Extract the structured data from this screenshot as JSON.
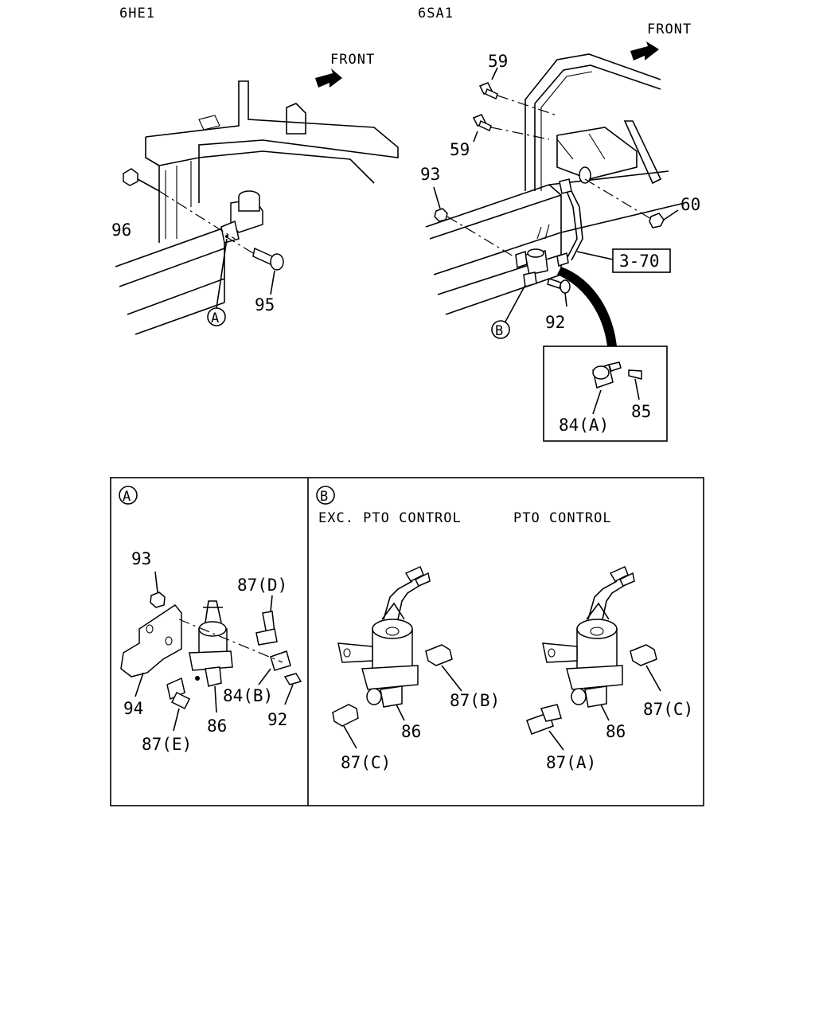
{
  "views": {
    "left_title": "6HE1",
    "right_title": "6SA1"
  },
  "front_label_left": "FRONT",
  "front_label_right": "FRONT",
  "callouts": {
    "c96": "96",
    "c95": "95",
    "cA": "A",
    "c59a": "59",
    "c59b": "59",
    "c93": "93",
    "c60": "60",
    "c92": "92",
    "cB": "B",
    "ref": "3-70",
    "c84a": "84(A)",
    "c85": "85"
  },
  "detail_a": {
    "circle": "A",
    "c93": "93",
    "c87d": "87(D)",
    "c94": "94",
    "c84b": "84(B)",
    "c92": "92",
    "c86": "86",
    "c87e": "87(E)"
  },
  "detail_b": {
    "circle": "B",
    "heading_left": "EXC. PTO CONTROL",
    "heading_right": "PTO CONTROL",
    "c87b": "87(B)",
    "c86a": "86",
    "c87c_left": "87(C)",
    "c87c_right": "87(C)",
    "c86b": "86",
    "c87a": "87(A)"
  }
}
